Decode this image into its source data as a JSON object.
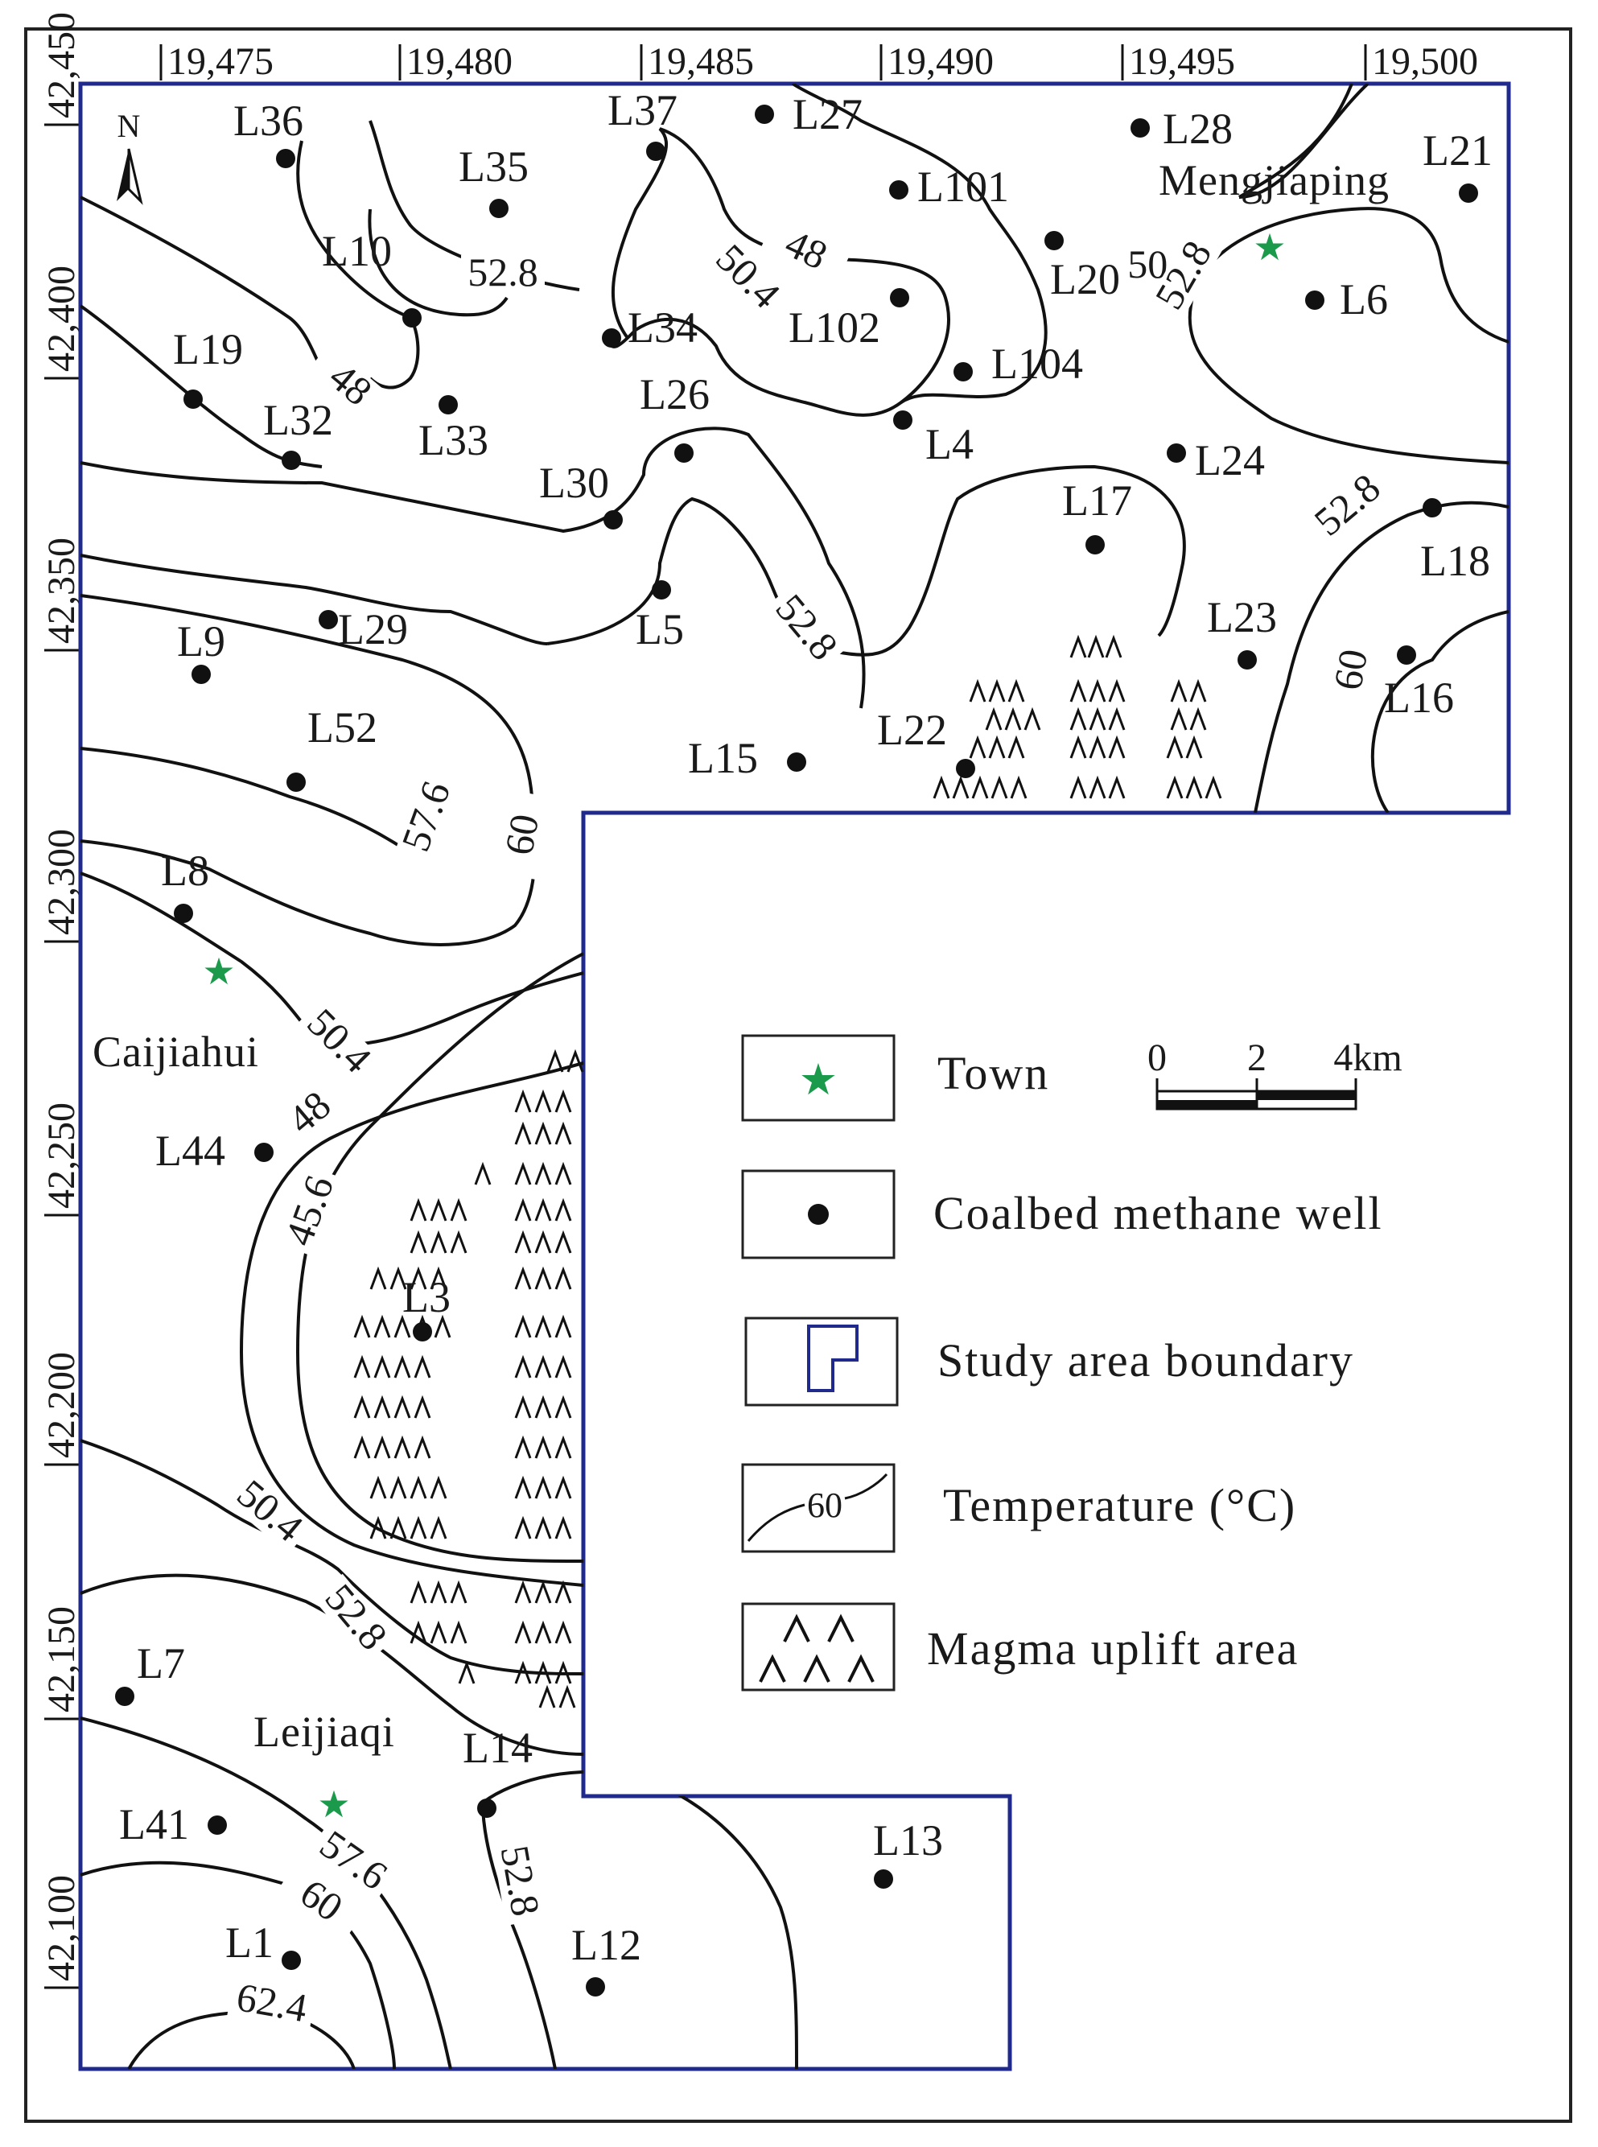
{
  "map": {
    "x_ticks": [
      "19,475",
      "19,480",
      "19,485",
      "19,490",
      "19,495",
      "19,500"
    ],
    "y_ticks": [
      "42,450",
      "42,400",
      "42,350",
      "42,300",
      "42,250",
      "42,200",
      "42,150",
      "42,100"
    ],
    "north_label": "N",
    "towns": [
      {
        "id": "mengjiaping",
        "name": "Mengjiaping"
      },
      {
        "id": "caijiahui",
        "name": "Caijiahui"
      },
      {
        "id": "leijiaqi",
        "name": "Leijiaqi"
      }
    ],
    "wells": [
      "L36",
      "L37",
      "L27",
      "L28",
      "L21",
      "L35",
      "L101",
      "L10",
      "L20",
      "L6",
      "L34",
      "L102",
      "L19",
      "L104",
      "L33",
      "L32",
      "L26",
      "L4",
      "L24",
      "L30",
      "L17",
      "L18",
      "L5",
      "L29",
      "L23",
      "L9",
      "L16",
      "L52",
      "L22",
      "L15",
      "L8",
      "L44",
      "L3",
      "L7",
      "L14",
      "L41",
      "L13",
      "L1",
      "L12"
    ],
    "contour_labels": [
      "52.8",
      "48",
      "50.4",
      "48",
      "50.4",
      "52.8",
      "52.8",
      "52.8",
      "60",
      "57.6",
      "60",
      "50.4",
      "48",
      "45.6",
      "50.4",
      "52.8",
      "52.8",
      "57.6",
      "60",
      "62.4"
    ]
  },
  "legend": {
    "items": [
      {
        "id": "town",
        "label": "Town"
      },
      {
        "id": "well",
        "label": "Coalbed  methane  well"
      },
      {
        "id": "boundary",
        "label": "Study  area  boundary"
      },
      {
        "id": "temperature",
        "label": "Temperature  (°C)",
        "sample_value": "60"
      },
      {
        "id": "magma",
        "label": "Magma uplift area"
      }
    ],
    "scale": {
      "ticks": [
        "0",
        "2",
        "4km"
      ]
    }
  },
  "colors": {
    "boundary": "#1f2a8c",
    "town_star": "#1a9a4a",
    "contour": "#111111",
    "frame": "#222222"
  }
}
